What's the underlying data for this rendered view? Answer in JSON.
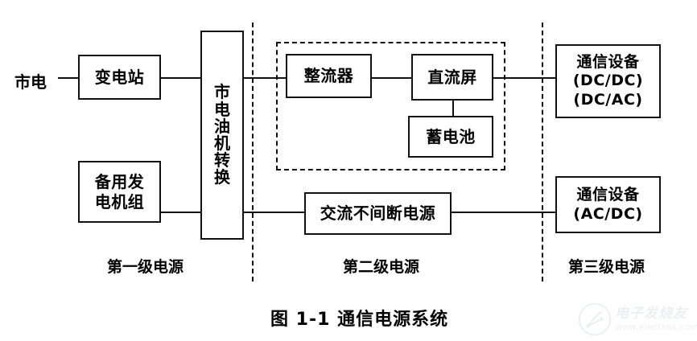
{
  "figure": {
    "caption": "图 1-1  通信电源系统",
    "source_label": "市电"
  },
  "blocks": {
    "substation": "变电站",
    "backup_generator": {
      "line1": "备用发",
      "line2": "电机组"
    },
    "transfer_switch": {
      "chars": [
        "市",
        "电",
        "油",
        "机",
        "转",
        "换"
      ],
      "full": "市电油机转换"
    },
    "rectifier": "整流器",
    "dc_panel": "直流屏",
    "battery": "蓄电池",
    "ups": "交流不间断电源",
    "telecom_dc": {
      "line1": "通信设备",
      "line2": "(DC/DC)",
      "line3": "(DC/AC)"
    },
    "telecom_ac": {
      "line1": "通信设备",
      "line2": "(AC/DC)"
    }
  },
  "tiers": {
    "first": "第一级电源",
    "second": "第二级电源",
    "third": "第三级电源"
  },
  "watermark": {
    "brand": "电子发烧友",
    "url": "www.elecfans.com"
  },
  "colors": {
    "ink": "#111111",
    "paper": "#ffffff",
    "watermark": "#c3ccd6"
  }
}
